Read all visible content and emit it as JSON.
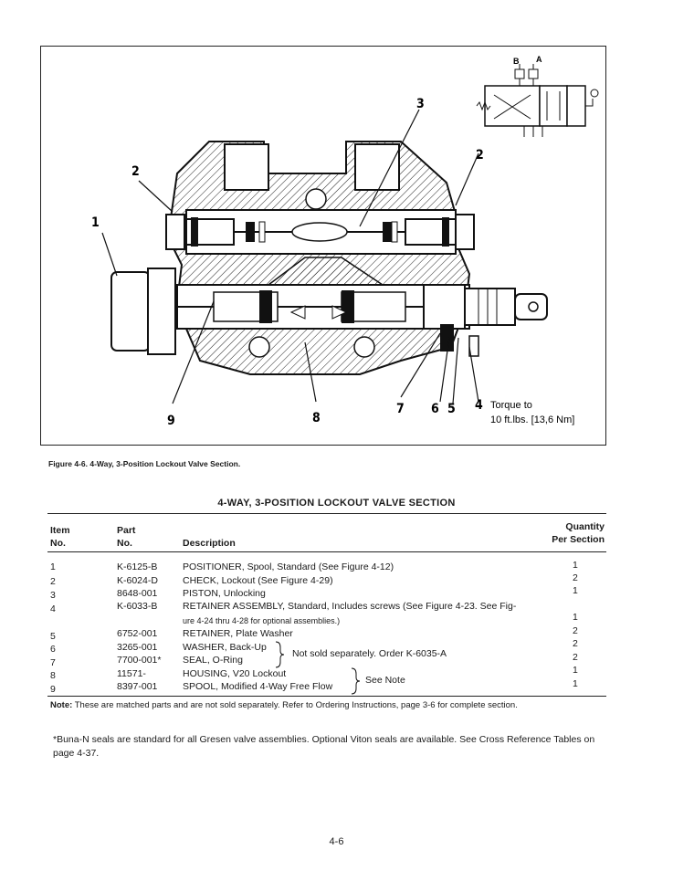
{
  "figure": {
    "callouts": [
      "1",
      "2",
      "3",
      "2",
      "9",
      "8",
      "7",
      "6",
      "5",
      "4"
    ],
    "symbol_labels": {
      "port_b": "B",
      "port_a": "A"
    },
    "torque_note_line1": "Torque to",
    "torque_note_line2": "10 ft.lbs. [13,6 Nm]",
    "caption": "Figure 4-6. 4-Way, 3-Position Lockout Valve Section."
  },
  "table": {
    "title": "4-WAY, 3-POSITION LOCKOUT VALVE SECTION",
    "headers": {
      "item_line1": "Item",
      "item_line2": "No.",
      "part_line1": "Part",
      "part_line2": "No.",
      "description": "Description",
      "qty_line1": "Quantity",
      "qty_line2": "Per Section"
    },
    "rows": [
      {
        "item": "1",
        "part": "K-6125-B",
        "description": "POSITIONER, Spool, Standard (See Figure 4-12)",
        "qty": "1"
      },
      {
        "item": "2",
        "part": "K-6024-D",
        "description": "CHECK, Lockout (See Figure 4-29)",
        "qty": "2"
      },
      {
        "item": "3",
        "part": "8648-001",
        "description": "PISTON, Unlocking",
        "qty": "1"
      },
      {
        "item": "4",
        "part": "K-6033-B",
        "description": "RETAINER ASSEMBLY, Standard, Includes screws (See Figure 4-23. See Fig-",
        "description_cont": "ure 4-24 thru 4-28 for optional assemblies.)",
        "qty": "1"
      },
      {
        "item": "5",
        "part": "6752-001",
        "description": "RETAINER, Plate Washer",
        "qty": "2"
      },
      {
        "item": "6",
        "part": "3265-001",
        "description": "WASHER, Back-Up",
        "qty": "2"
      },
      {
        "item": "7",
        "part": "7700-001*",
        "description": "SEAL, O-Ring",
        "qty": "2"
      },
      {
        "item": "8",
        "part": "11571-",
        "description": "HOUSING, V20 Lockout",
        "qty": "1"
      },
      {
        "item": "9",
        "part": "8397-001",
        "description": "SPOOL, Modified 4-Way Free Flow",
        "qty": "1"
      }
    ],
    "group_note_1": "Not sold separately. Order K-6035-A",
    "group_note_2": "See Note",
    "note_label": "Note:",
    "note_text": " These are matched parts and are not sold separately. Refer to Ordering Instructions, page 3-6  for complete section."
  },
  "footnote": "*Buna-N seals are standard for all Gresen valve assemblies. Optional Viton seals are available. See Cross Reference Tables on page 4-37.",
  "page_number": "4-6"
}
